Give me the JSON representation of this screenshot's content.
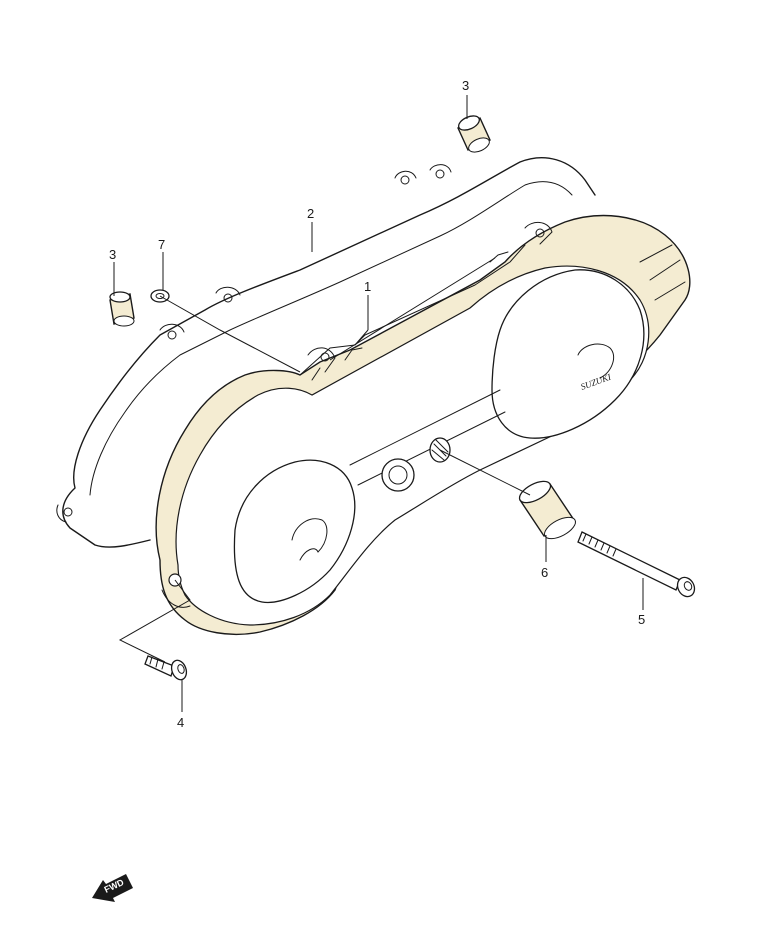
{
  "parts": [
    {
      "number": "1",
      "name": "cover"
    },
    {
      "number": "2",
      "name": "gasket"
    },
    {
      "number": "3a",
      "label": "3"
    },
    {
      "number": "3b",
      "label": "3"
    },
    {
      "number": "4",
      "name": "screw"
    },
    {
      "number": "5",
      "name": "long-bolt"
    },
    {
      "number": "6",
      "name": "dowel"
    },
    {
      "number": "7",
      "name": "washer"
    }
  ],
  "labels": {
    "p1": "1",
    "p2": "2",
    "p3_top": "3",
    "p3_left": "3",
    "p4": "4",
    "p5": "5",
    "p6": "6",
    "p7": "7"
  },
  "fwd_marker": {
    "text": "FWD",
    "icon": "arrow-forward-icon"
  },
  "cover_logo": "SUZUKI",
  "colors": {
    "ink": "#1a1a1a",
    "background": "#ffffff"
  }
}
